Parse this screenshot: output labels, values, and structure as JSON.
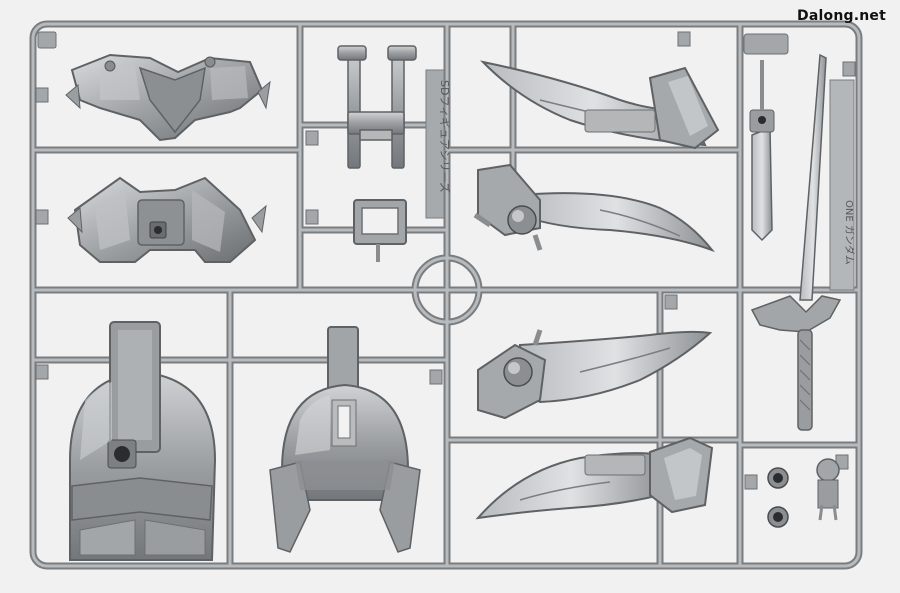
{
  "watermark": "Dalong.net",
  "sprue_text_vertical": "SDフィギュアシリーズ",
  "sprue_text_right": "ONE ガンダム",
  "colors": {
    "background": "#f1f1f1",
    "sprue": "#9ea1a3",
    "sprue_highlight": "#c9cbcd",
    "sprue_shadow": "#6d7072",
    "part": "#a7aaad",
    "part_light": "#d4d6d8",
    "part_dark": "#5f6264",
    "hole": "#2b2c2e"
  },
  "parts": {
    "shoulder_top": "shoulder-armor-top",
    "shoulder_bottom": "shoulder-armor-bottom",
    "bracket": "h-bracket",
    "frame": "square-frame",
    "helmet_left": "large-helmet",
    "helmet_right": "small-helmet",
    "blade_1": "blade-1",
    "blade_2": "blade-2",
    "blade_3": "blade-3",
    "blade_4": "blade-4",
    "sword": "katana-sword",
    "dagger": "short-dagger",
    "small_parts": "small-joint-parts"
  }
}
